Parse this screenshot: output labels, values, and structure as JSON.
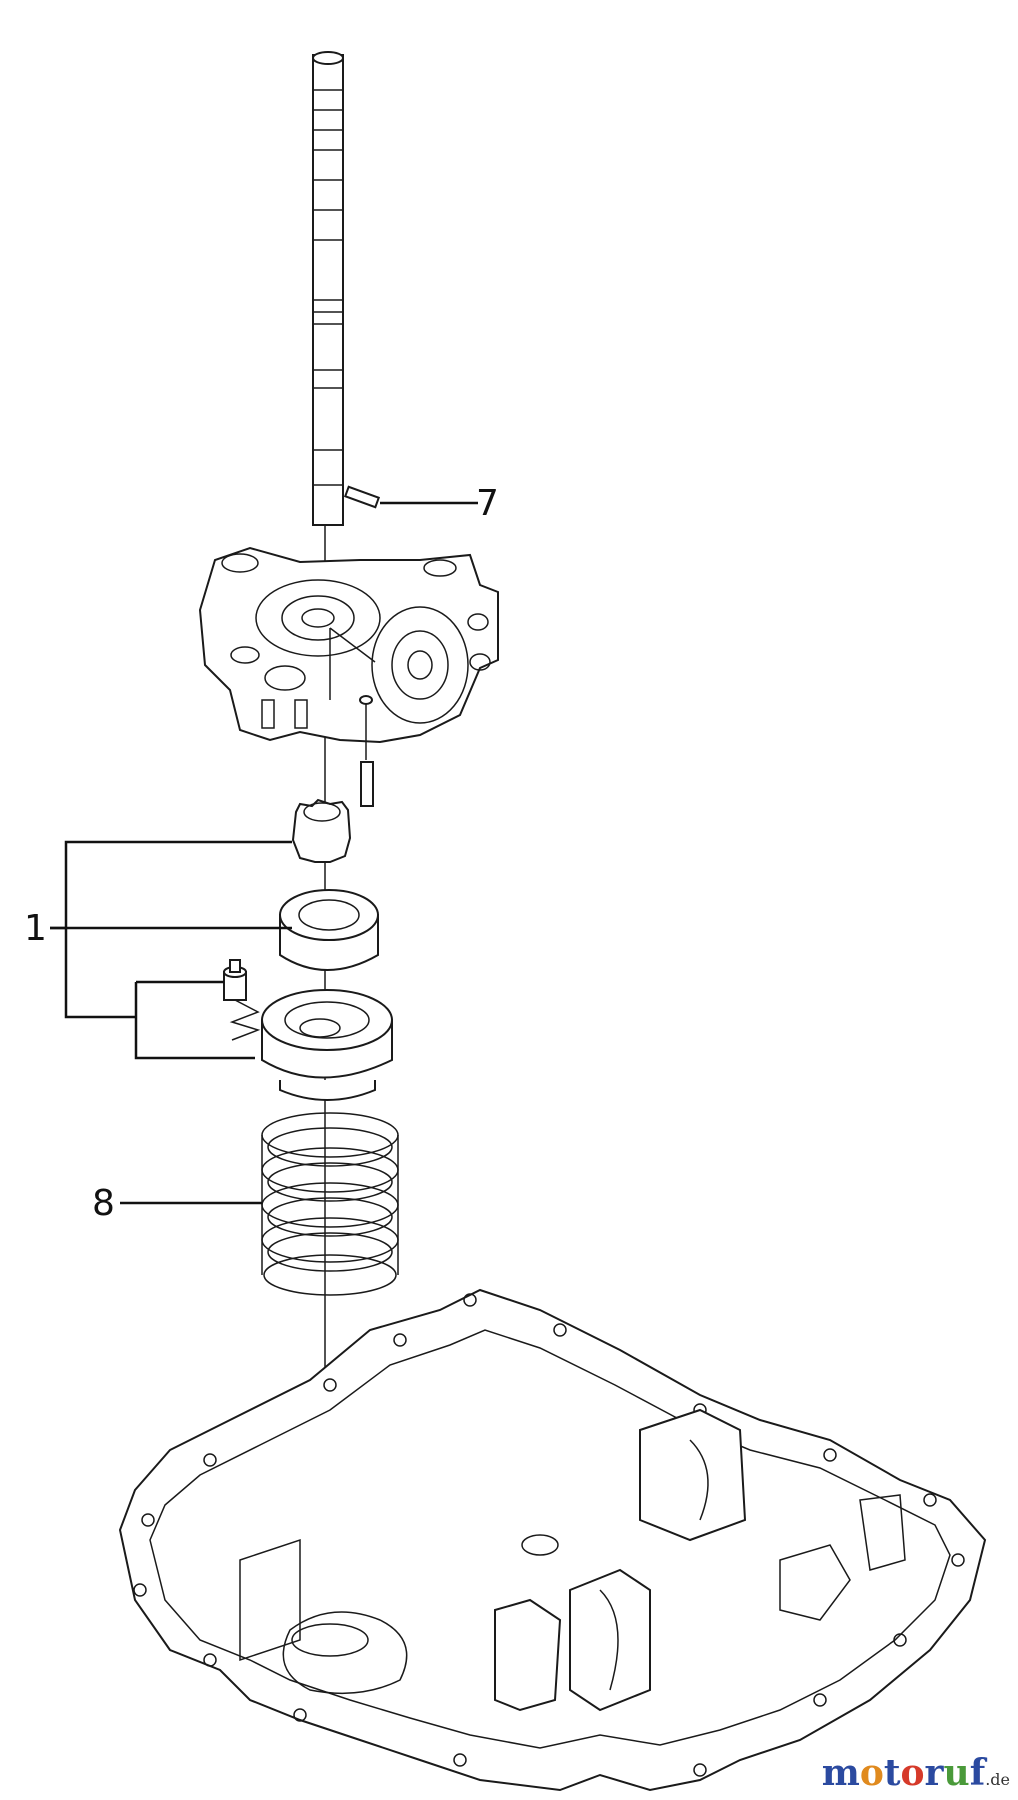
{
  "callouts": {
    "part_1": "1",
    "part_7": "7",
    "part_8": "8"
  },
  "watermark": {
    "brand_chars": [
      "m",
      "o",
      "t",
      "o",
      "r",
      "u",
      "f"
    ],
    "brand_colors": [
      "#2b4aa0",
      "#e08a1e",
      "#2b4aa0",
      "#d63a2a",
      "#2b4aa0",
      "#4a9a3a",
      "#2b4aa0"
    ],
    "suffix": ".de"
  }
}
